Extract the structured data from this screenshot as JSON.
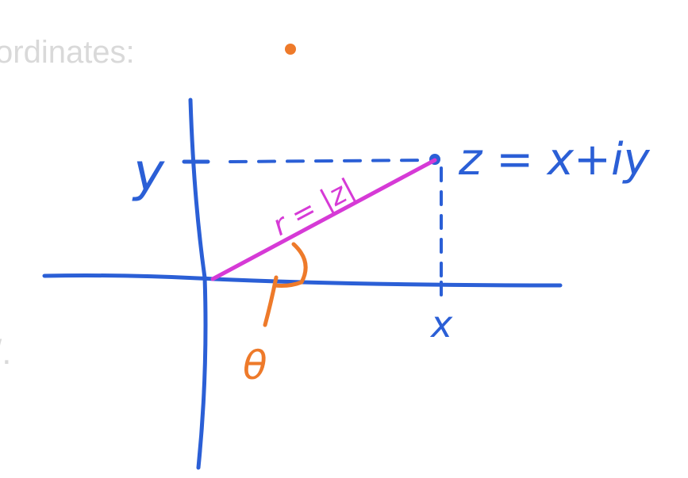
{
  "background": {
    "heading_fragment": "ordinates:",
    "trailing_fragment": "/."
  },
  "diagram": {
    "y_label": "y",
    "x_label": "x",
    "point_label": "z = x+iy",
    "radius_label": "r = |z|",
    "angle_label": "θ"
  },
  "colors": {
    "axes": "#2b5fd6",
    "radius": "#d63ad6",
    "angle": "#ee7a2a",
    "faded_text": "#d9d9d9"
  }
}
